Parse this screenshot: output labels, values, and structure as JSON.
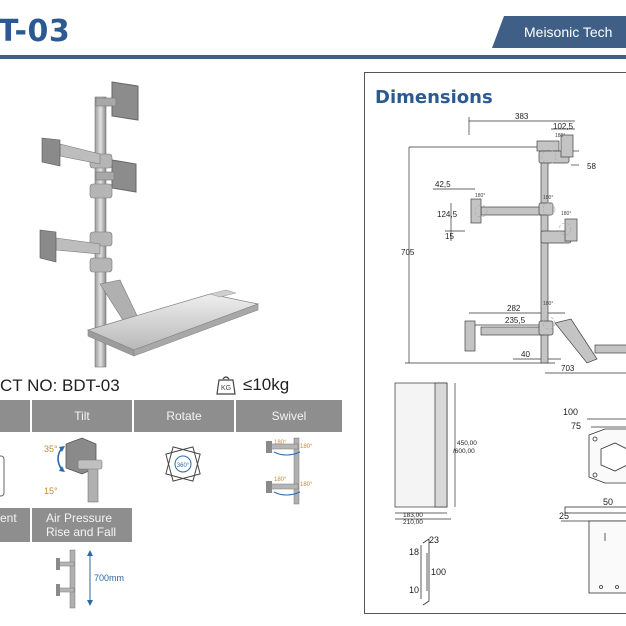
{
  "header": {
    "model_title": "T-03",
    "brand": "Meisonic Tech"
  },
  "product": {
    "product_no": "CT NO:  BDT-03",
    "kg_icon_label": "KG",
    "max_load": "≤10kg"
  },
  "features": {
    "tilt_label": "Tilt",
    "rotate_label": "Rotate",
    "swivel_label": "Swivel",
    "left_sub_label": "ent",
    "air_label": "Air Pressure Rise and Fall",
    "air_label_line1": "Air Pressure",
    "air_label_line2": "Rise and Fall",
    "tilt_up": "35°",
    "tilt_down": "15°",
    "rotate_deg": "360°",
    "swivel_deg1": "180°",
    "swivel_deg2": "180°",
    "swivel_deg3": "180°",
    "swivel_deg4": "180°",
    "height_range": "700mm"
  },
  "dimensions": {
    "title": "Dimensions",
    "d383": "383",
    "d102_5": "102,5",
    "d58": "58",
    "d42_5": "42,5",
    "d124_5": "124,5",
    "d15": "15",
    "d705": "705",
    "d282": "282",
    "d235_5": "235,5",
    "d40": "40",
    "d703": "703",
    "deg_top": "180°",
    "deg_mid_left": "180°",
    "deg_mid_center": "180°",
    "deg_mid_right": "180°",
    "deg_bottom": "180°",
    "tray_height_1": "450,00",
    "tray_height_2": "/600,00",
    "tray_w1": "183,00",
    "tray_w2": "210,00",
    "vesa_100": "100",
    "vesa_75": "75",
    "clamp_50": "50",
    "clamp_25": "25",
    "bracket_23": "23",
    "bracket_18": "18",
    "bracket_100": "100",
    "bracket_10": "10"
  }
}
